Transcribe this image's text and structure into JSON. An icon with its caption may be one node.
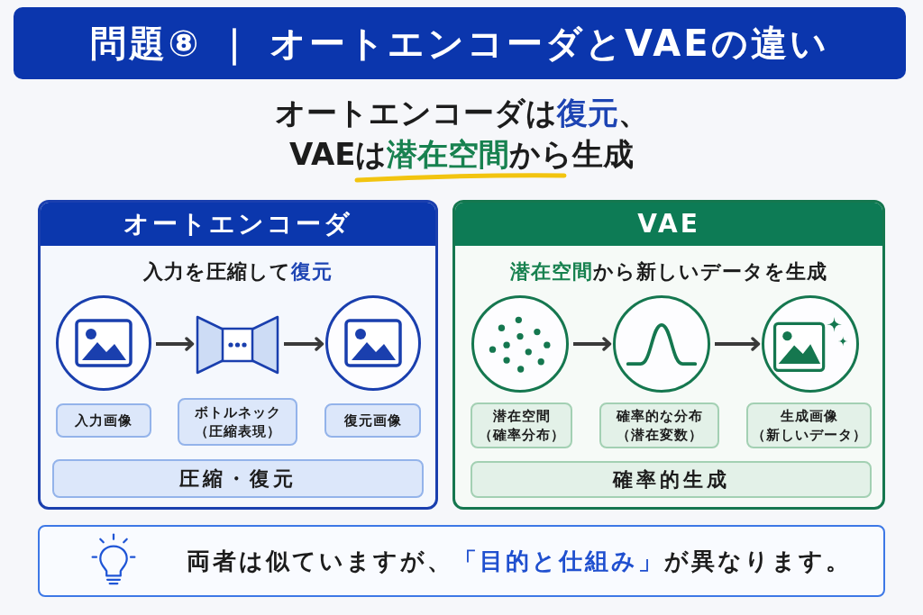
{
  "diagram": {
    "title": "問題⑧ ｜ オートエンコーダとVAEの違い",
    "nodes": [
      {
        "text": [
          "オートエンコーダ",
          "入力を圧縮して**復元**"
        ]
      },
      {
        "text": [],
        "shape": "circle",
        "in": 0
      },
      {
        "text": [],
        "shape": "picture",
        "in": 0
      },
      {
        "text": [],
        "shape": "circle",
        "in": 0
      },
      {
        "text": [
          "入力画像"
        ],
        "in": 0
      },
      {
        "text": [
          "ボトルネック",
          "（圧縮表現）"
        ],
        "in": 0
      },
      {
        "text": [
          "復元画像"
        ],
        "in": 0
      },
      {
        "text": [
          "圧縮・復元"
        ],
        "in": 0
      },
      {
        "text": [
          "VAE",
          "**潜在空間**から新しいデータを生成"
        ]
      },
      {
        "text": [],
        "shape": "circle",
        "in": 8
      },
      {
        "text": [],
        "shape": "circle",
        "in": 8
      },
      {
        "text": [],
        "shape": "circle",
        "in": 8
      },
      {
        "text": [
          "潜在空間",
          "（確率分布）"
        ],
        "in": 8
      },
      {
        "text": [
          "確率的な分布",
          "（潜在変数）"
        ],
        "in": 8
      },
      {
        "text": [
          "生成画像",
          "（新しいデータ）"
        ],
        "in": 8
      },
      {
        "text": [
          "確率的生成"
        ],
        "in": 8
      },
      {
        "text": [
          "両者は似ていますが、**「目的と仕組み」**が異なります。"
        ]
      }
    ],
    "edges": [
      {
        "from": 1,
        "to": 2,
        "arrow": "to"
      },
      {
        "from": 2,
        "to": 3,
        "arrow": "to"
      },
      {
        "from": 9,
        "to": 10,
        "arrow": "to"
      },
      {
        "from": 10,
        "to": 11,
        "arrow": "to"
      }
    ],
    "labels": [
      "オートエンコーダは**復元**、VAEは**潜在空間**から生成"
    ]
  }
}
